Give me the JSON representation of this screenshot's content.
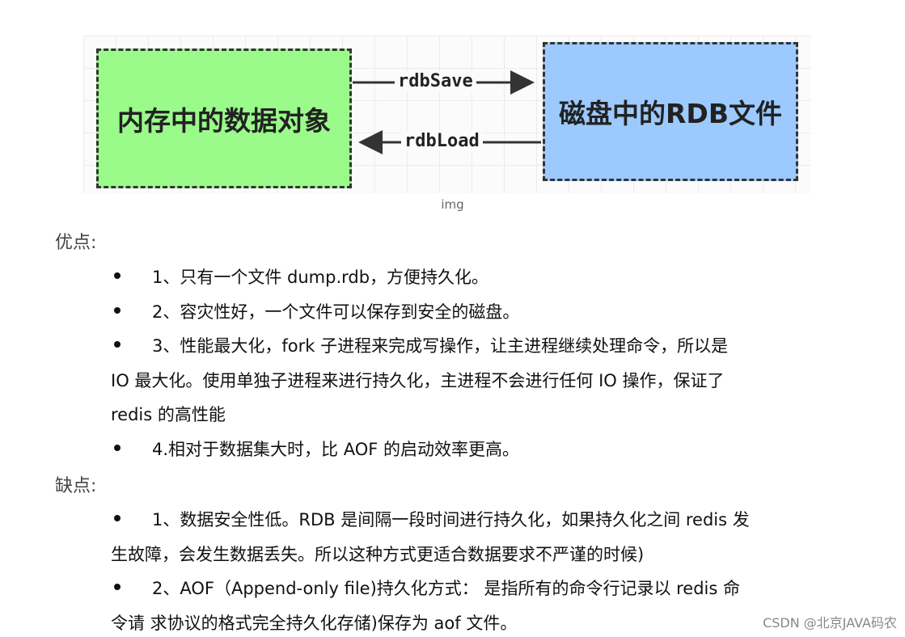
{
  "diagram": {
    "left_box": "内存中的数据对象",
    "right_box": "磁盘中的RDB文件",
    "save_label": "rdbSave",
    "load_label": "rdbLoad",
    "caption": "img"
  },
  "pros": {
    "heading": "优点:",
    "items": [
      "1、只有一个文件 dump.rdb，方便持久化。",
      "2、容灾性好，一个文件可以保存到安全的磁盘。",
      "3、性能最大化，fork 子进程来完成写操作，让主进程继续处理命令，所以是",
      "IO 最大化。使用单独子进程来进行持久化，主进程不会进行任何 IO 操作，保证了",
      "redis 的高性能",
      "4.相对于数据集大时，比 AOF 的启动效率更高。"
    ]
  },
  "cons": {
    "heading": "缺点:",
    "items": [
      "1、数据安全性低。RDB 是间隔一段时间进行持久化，如果持久化之间 redis 发",
      "生故障，会发生数据丢失。所以这种方式更适合数据要求不严谨的时候)",
      "2、AOF（Append-only file)持久化方式： 是指所有的命令行记录以 redis 命",
      "令请 求协议的格式完全持久化存储)保存为 aof 文件。"
    ]
  },
  "watermark": "CSDN @北京JAVA码农"
}
